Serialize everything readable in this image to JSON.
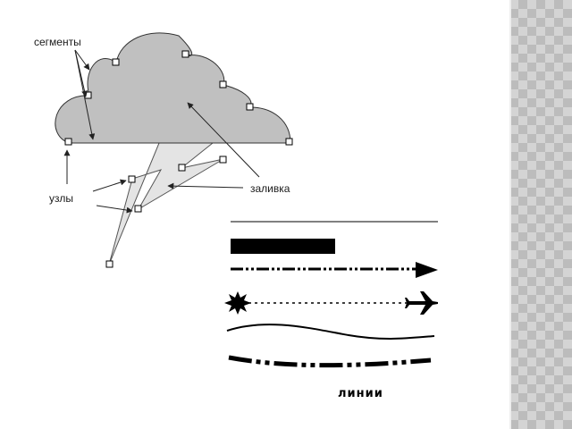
{
  "diagram": {
    "labels": {
      "segments": "сегменты",
      "nodes": "узлы",
      "fill": "заливка",
      "lines": "линии"
    },
    "colors": {
      "fill": "#c0c0c0",
      "stroke": "#333333",
      "bolt_fill": "#e4e4e4",
      "line": "#000000"
    },
    "line_samples": [
      "thin-solid",
      "thick-solid",
      "dash-dot-arrow",
      "dotted-burst-plane",
      "wavy",
      "thick-dash-dot"
    ]
  }
}
